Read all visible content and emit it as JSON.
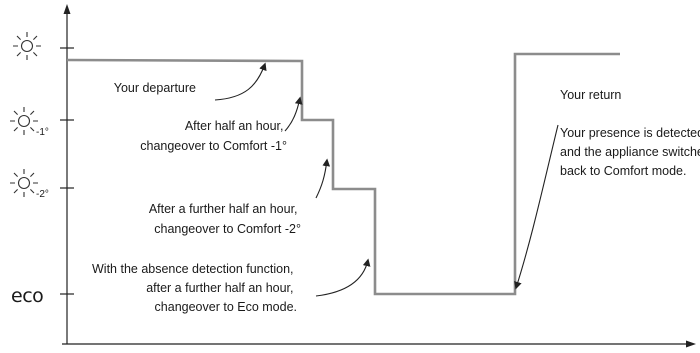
{
  "levels": {
    "comfort": {
      "icon": "sun-icon",
      "label": ""
    },
    "comfort_minus_1": {
      "icon": "sun-icon",
      "label": "-1°"
    },
    "comfort_minus_2": {
      "icon": "sun-icon",
      "label": "-2°"
    },
    "eco": {
      "icon": "eco-icon",
      "label": "eco"
    }
  },
  "annotations": {
    "departure": [
      "Your departure"
    ],
    "change_1": [
      "After half an hour,",
      "changeover to Comfort -1°"
    ],
    "change_2": [
      "After a further half an hour,",
      "changeover to Comfort -2°"
    ],
    "change_eco": [
      "With the absence detection function,",
      "after a further half an hour,",
      "changeover to Eco mode."
    ],
    "return_title": [
      "Your return"
    ],
    "return_detail": [
      "Your presence is detected",
      "and the appliance switches",
      "back to Comfort mode."
    ]
  },
  "colors": {
    "axis": "#222222",
    "step_line": "#8c8c8c",
    "text": "#1a1a1a"
  }
}
